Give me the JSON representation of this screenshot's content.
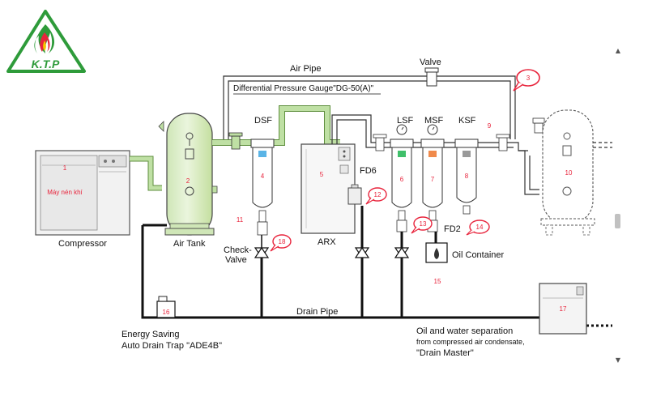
{
  "logo": {
    "text": "K.T.P"
  },
  "labels": {
    "air_pipe": "Air Pipe",
    "valve": "Valve",
    "dpg": "Differential Pressure Gauge\"DG-50(A)\"",
    "dsf": "DSF",
    "lsf": "LSF",
    "msf": "MSF",
    "ksf": "KSF",
    "fd6": "FD6",
    "fd2": "FD2",
    "arx": "ARX",
    "compressor": "Compressor",
    "air_tank": "Air Tank",
    "check_valve_1": "Check-",
    "check_valve_2": "Valve",
    "oil_container": "Oil Container",
    "drain_pipe": "Drain Pipe",
    "energy_saving_1": "Energy Saving",
    "energy_saving_2": "Auto Drain Trap \"ADE4B\"",
    "oil_sep_1": "Oil and water separation",
    "oil_sep_2": "from compressed air condensate,",
    "oil_sep_3": "\"Drain Master\"",
    "compressor_vn": "Máy nén khí"
  },
  "numbers": {
    "n1": "1",
    "n2": "2",
    "n3": "3",
    "n4": "4",
    "n5": "5",
    "n6": "6",
    "n7": "7",
    "n8": "8",
    "n9": "9",
    "n10": "10",
    "n11": "11",
    "n12": "12",
    "n13": "13",
    "n14": "14",
    "n15": "15",
    "n16": "16",
    "n17": "17",
    "n18": "18"
  },
  "colors": {
    "marker_red": "#e8243c",
    "pipe_green": "#bfe0a4",
    "tank_green": "#dbeec8",
    "pipe_outline": "#333333",
    "drain_black": "#111111"
  },
  "scrollbar": {
    "up_icon": "triangle-up",
    "down_icon": "triangle-down"
  }
}
